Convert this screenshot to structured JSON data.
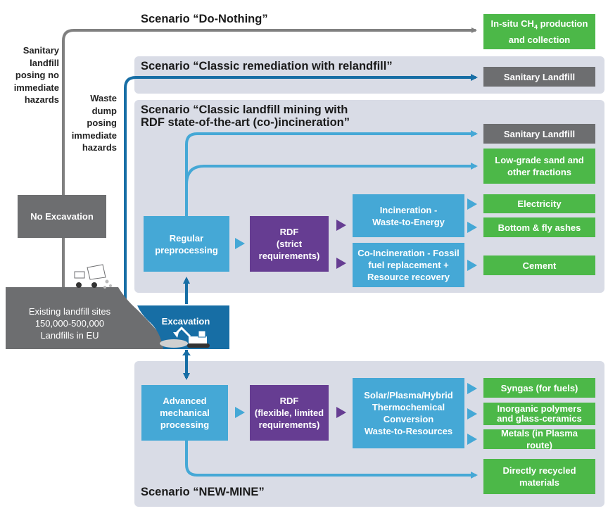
{
  "scenarios": {
    "do_nothing": "Scenario “Do-Nothing”",
    "classic_remediation": "Scenario “Classic remediation with relandfill”",
    "classic_mining_line1": "Scenario “Classic landfill mining with",
    "classic_mining_line2": "RDF state-of-the-art (co-)incineration”",
    "new_mine": "Scenario “NEW-MINE”"
  },
  "side_labels": {
    "sanitary": "Sanitary\nlandfill\nposing no\nimmediate\nhazards",
    "waste_dump": "Waste\ndump\nposing\nimmediate\nhazards"
  },
  "boxes": {
    "in_situ_line1": "In-situ CH",
    "in_situ_sub": "4",
    "in_situ_line1_end": " production",
    "in_situ_line2": "and collection",
    "sanitary_landfill_1": "Sanitary Landfill",
    "sanitary_landfill_2": "Sanitary Landfill",
    "low_grade": "Low-grade sand and\nother fractions",
    "no_excavation": "No Excavation",
    "regular_preprocessing": "Regular\npreprocessing",
    "rdf_strict": "RDF\n(strict\nrequirements)",
    "incineration": "Incineration -\nWaste-to-Energy",
    "co_incineration": "Co-Incineration - Fossil\nfuel replacement +\nResource recovery",
    "electricity": "Electricity",
    "bottom_fly_ashes": "Bottom & fly ashes",
    "cement": "Cement",
    "existing_landfill": "Existing landfill sites\n150,000-500,000\nLandfills in EU",
    "excavation": "Excavation",
    "advanced_processing": "Advanced\nmechanical\nprocessing",
    "rdf_flexible": "RDF\n(flexible, limited\nrequirements)",
    "thermochemical": "Solar/Plasma/Hybrid\nThermochemical\nConversion\nWaste-to-Resources",
    "syngas": "Syngas (for fuels)",
    "inorganic_polymers": "Inorganic polymers\nand glass-ceramics",
    "metals": "Metals (in Plasma route)",
    "directly_recycled": "Directly recycled\nmaterials"
  },
  "colors": {
    "green": "#4cb848",
    "gray": "#6d6e70",
    "blue": "#45a8d6",
    "purple": "#663d92",
    "navy": "#176ea5",
    "panel": "#d9dce6"
  },
  "icons": [
    "dump-truck-icon",
    "excavator-icon"
  ]
}
